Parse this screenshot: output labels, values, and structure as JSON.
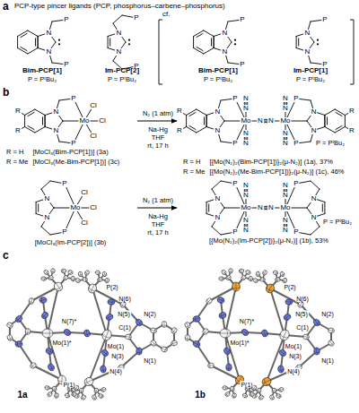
{
  "diagram": {
    "nodes": [
      {
        "text": [
          "R = H",
          "[MoCl₃(Bim-PCP[1])] (3a)",
          "R = Me",
          "[MoCl₃(Me-Bim-PCP[1])] (3c)"
        ]
      },
      {
        "text": [
          "R = H",
          "[{Mo(N₂)₂(Bim-PCP[1])}₂(μ-N₂)] (1a), 37%",
          "R = Me",
          "[{Mo(N₂)₂(Me-Bim-PCP[1])}₂(μ-N₂)] (1c), 46%"
        ]
      },
      {
        "text": [
          "[MoCl₃(Im-PCP[2])] (3b)"
        ]
      },
      {
        "text": [
          "[{Mo(N₂)₂(Im-PCP[2])}₂(μ-N₂)] (1b), 53%"
        ]
      }
    ],
    "edges": [
      {
        "from": 0,
        "to": 1,
        "arrow": "to"
      },
      {
        "from": 2,
        "to": 3,
        "arrow": "to"
      }
    ],
    "labels": [
      "a",
      "PCP-type pincer ligands (PCP, phosphorus–carbene–phosphorus)",
      "N",
      "N",
      "P",
      "P",
      "Bim-PCP[1]",
      "P = PᵗBu₂",
      "N",
      "N",
      "P",
      "P",
      "Im-PCP[2]",
      "P = PᵗBu₂",
      "cf.",
      "N",
      "N",
      "P",
      "P",
      "Bim-PCP[1]",
      "P = PᵗBu₂",
      "N",
      "N",
      "P",
      "P",
      "Im-PCP[1]",
      "P = PᵗBu₂",
      "b",
      "R",
      "R",
      "N",
      "N",
      "P",
      "P",
      "Mo",
      "Cl",
      "Cl",
      "Cl",
      "N₂ (1 atm)",
      "Na-Hg",
      "THF",
      "rt, 17 h",
      "R",
      "R",
      "N",
      "N",
      "P",
      "P",
      "Mo",
      "N",
      "N",
      "N",
      "N",
      "N",
      "N",
      "R",
      "R",
      "N",
      "N",
      "P",
      "P",
      "Mo",
      "N",
      "N",
      "N",
      "N",
      "P = PᵗBu₂",
      "N",
      "N",
      "P",
      "P",
      "Mo",
      "Cl",
      "Cl",
      "Cl",
      "N₂ (1 atm)",
      "Na-Hg",
      "THF",
      "rt, 17 h",
      "N",
      "N",
      "P",
      "P",
      "Mo",
      "N",
      "N",
      "N",
      "N",
      "N",
      "N",
      "N",
      "N",
      "P",
      "P",
      "Mo",
      "N",
      "N",
      "N",
      "N",
      "P = PᵗBu₂",
      "c",
      "P(2)",
      "N(7)*",
      "N(6)",
      "N(5)",
      "Mo(1)*",
      "Mo(1)",
      "N(3)",
      "N(4)",
      "N(2)",
      "C(1)",
      "P(1)",
      "N(1)",
      "1a",
      "Mo(1)*",
      "N(7)*",
      "P(2)",
      "N(5)",
      "N(6)",
      "Mo(1)",
      "N(3)",
      "N(4)",
      "N(2)",
      "C(1)",
      "N(1)",
      "P(1)",
      "1b"
    ]
  }
}
